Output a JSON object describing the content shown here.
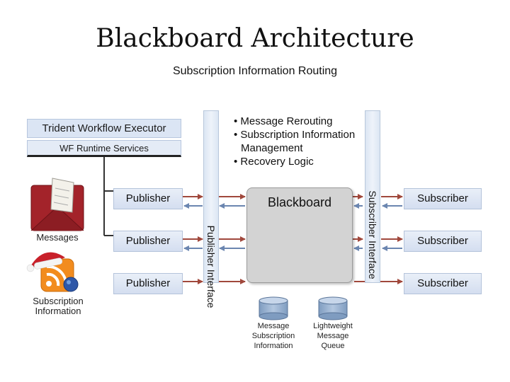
{
  "slide": {
    "title": "Blackboard Architecture",
    "subtitle": "Subscription Information Routing"
  },
  "executor": {
    "title": "Trident Workflow Executor",
    "services": "WF Runtime Services"
  },
  "notes": {
    "items": [
      "• Message Rerouting",
      "• Subscription Information",
      "Management",
      "• Recovery Logic"
    ]
  },
  "interfaces": {
    "publisher": "Publisher Interface",
    "subscriber": "Subscriber Interface"
  },
  "publishers": [
    "Publisher",
    "Publisher",
    "Publisher"
  ],
  "subscribers": [
    "Subscriber",
    "Subscriber",
    "Subscriber"
  ],
  "blackboard": {
    "label": "Blackboard"
  },
  "sources": {
    "messages": "Messages",
    "subscription_line1": "Subscription",
    "subscription_line2": "Information"
  },
  "stores": {
    "left": {
      "line1": "Message",
      "line2": "Subscription",
      "line3": "Information"
    },
    "right": {
      "line1": "Lightweight",
      "line2": "Message",
      "line3": "Queue"
    }
  },
  "colors": {
    "arrow_out": "#a0483c",
    "arrow_in": "#6b86b0",
    "panel": "#dbe5f4",
    "blackboard": "#d3d3d3"
  }
}
